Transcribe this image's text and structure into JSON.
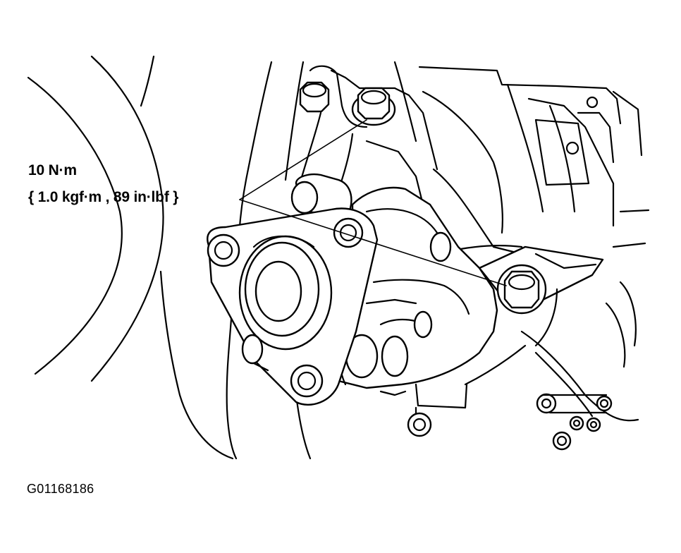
{
  "callout": {
    "torque_nm": "10 N·m",
    "torque_alt": "{ 1.0 kgf·m , 89 in·lbf }"
  },
  "figure_id": "G01168186",
  "colors": {
    "ink": "#000000",
    "paper": "#ffffff"
  }
}
